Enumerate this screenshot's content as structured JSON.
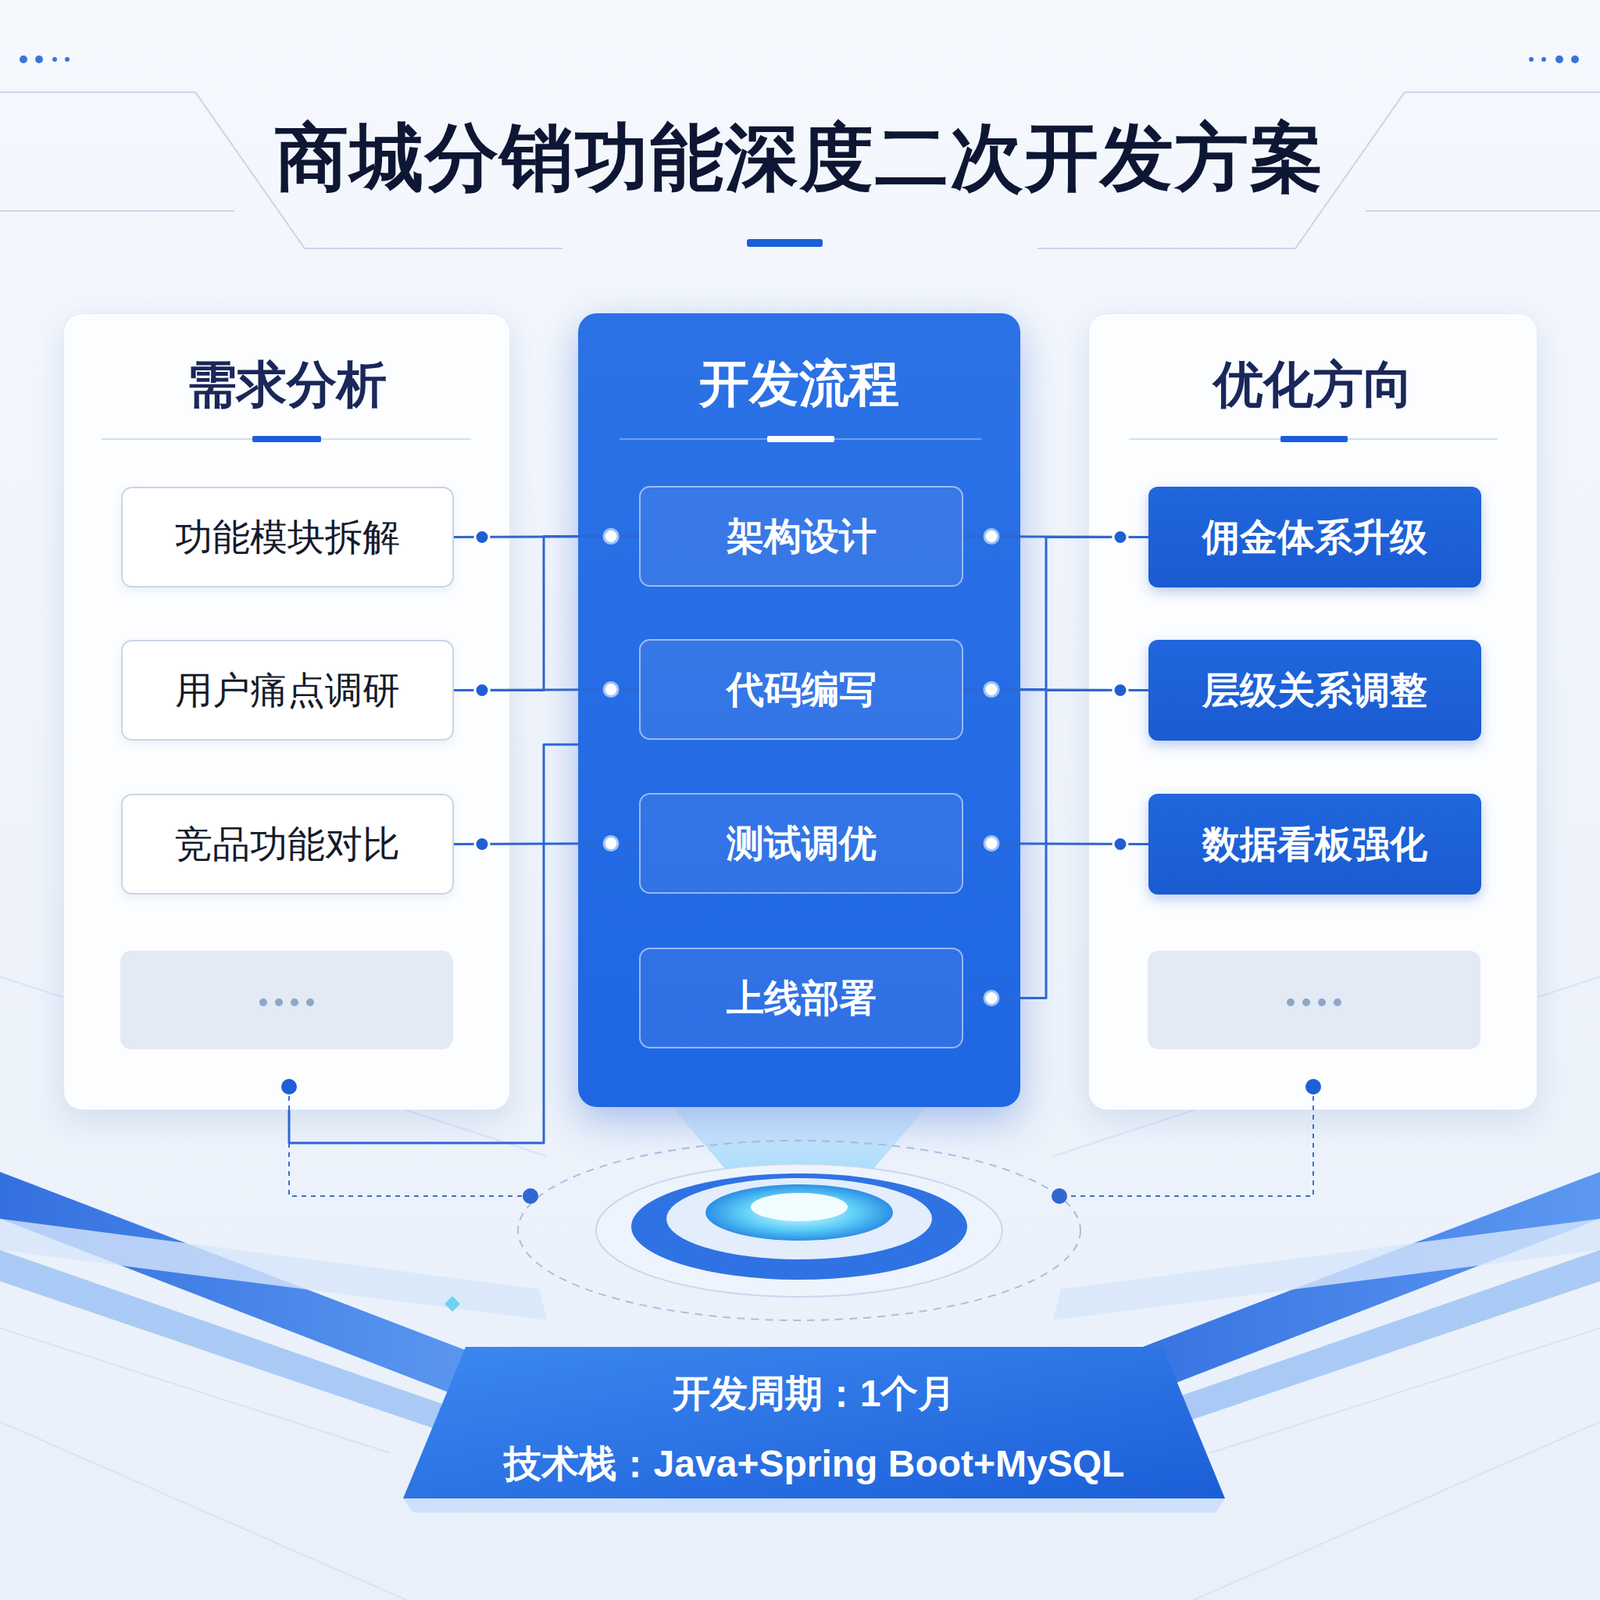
{
  "diagram": {
    "title": "商城分销功能深度二次开发方案",
    "nodes": [
      {
        "text": [
          "需求分析"
        ]
      },
      {
        "text": [
          "功能模块拆解"
        ],
        "in": 0
      },
      {
        "text": [
          "用户痛点调研"
        ],
        "in": 0
      },
      {
        "text": [
          "竞品功能对比"
        ],
        "in": 0
      },
      {
        "text": [
          "开发流程"
        ]
      },
      {
        "text": [
          "架构设计"
        ],
        "in": 4
      },
      {
        "text": [
          "代码编写"
        ],
        "in": 4
      },
      {
        "text": [
          "测试调优"
        ],
        "in": 4
      },
      {
        "text": [
          "上线部署"
        ],
        "in": 4
      },
      {
        "text": [
          "优化方向"
        ]
      },
      {
        "text": [
          "佣金体系升级"
        ],
        "in": 9
      },
      {
        "text": [
          "层级关系调整"
        ],
        "in": 9
      },
      {
        "text": [
          "数据看板强化"
        ],
        "in": 9
      },
      {
        "text": [
          "开发周期：1个月",
          "技术栈：Java+Spring Boot+MySQL"
        ]
      }
    ],
    "edges": [
      {
        "from": 1,
        "to": 5,
        "arrow": "none"
      },
      {
        "from": 2,
        "to": 5,
        "arrow": "none"
      },
      {
        "from": 2,
        "to": 6,
        "arrow": "none"
      },
      {
        "from": 3,
        "to": 7,
        "arrow": "none"
      },
      {
        "from": 0,
        "to": 4,
        "arrow": "none"
      },
      {
        "from": 5,
        "to": 10,
        "arrow": "none"
      },
      {
        "from": 6,
        "to": 10,
        "arrow": "none"
      },
      {
        "from": 6,
        "to": 11,
        "arrow": "none"
      },
      {
        "from": 8,
        "to": 11,
        "arrow": "none"
      },
      {
        "from": 7,
        "to": 12,
        "arrow": "none"
      }
    ]
  }
}
